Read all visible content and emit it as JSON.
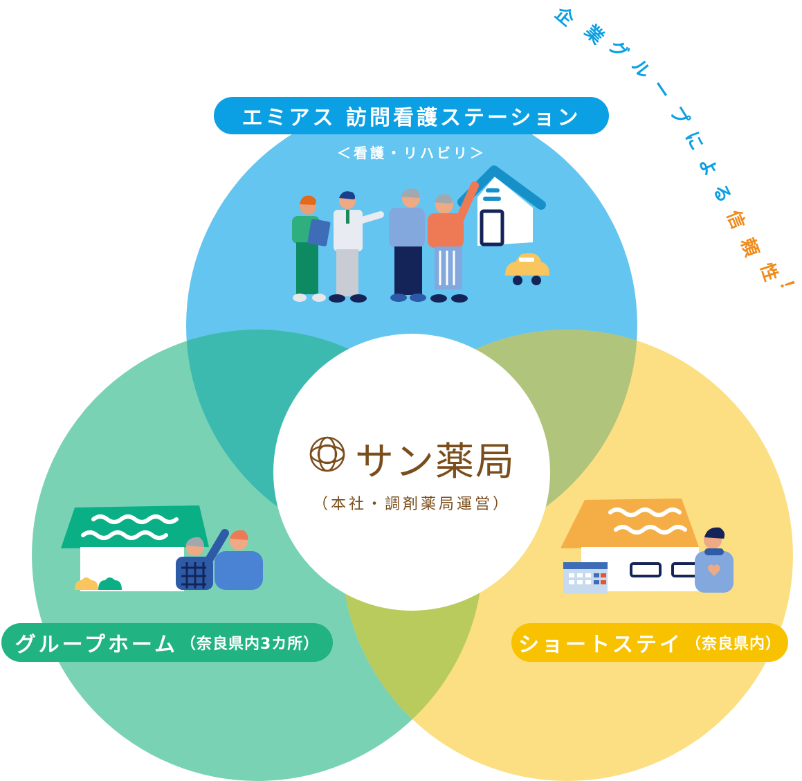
{
  "tagline": {
    "text": "企業グループによる信頼性！",
    "chars": [
      {
        "ch": "企",
        "accent": false
      },
      {
        "ch": "業",
        "accent": false
      },
      {
        "ch": "グ",
        "accent": false
      },
      {
        "ch": "ル",
        "accent": false
      },
      {
        "ch": "ー",
        "accent": false
      },
      {
        "ch": "プ",
        "accent": false
      },
      {
        "ch": "に",
        "accent": false
      },
      {
        "ch": "よ",
        "accent": false
      },
      {
        "ch": "る",
        "accent": false
      },
      {
        "ch": "信",
        "accent": true
      },
      {
        "ch": "頼",
        "accent": true
      },
      {
        "ch": "性",
        "accent": true
      },
      {
        "ch": "！",
        "accent": true
      }
    ],
    "color": "#0BA0E4",
    "accent_color": "#F08A1A"
  },
  "circles": {
    "top": {
      "label": "エミアス 訪問看護ステーション",
      "subtitle": "＜看護・リハビリ＞",
      "fill": "#63C5F0",
      "pill_color": "#0BA0E4",
      "illustration": "nurse-doctor-elderly-couple-house-car"
    },
    "left": {
      "label": "グループホーム",
      "label_sub": "（奈良県内3カ所）",
      "fill": "#7AD2B4",
      "pill_color": "#22B383",
      "illustration": "green-roof-house-elderly-caregiver"
    },
    "right": {
      "label": "ショートステイ",
      "label_sub": "（奈良県内）",
      "fill": "#FCDF82",
      "pill_color": "#F8C200",
      "illustration": "orange-roof-house-calendar-elderly"
    },
    "center": {
      "brand": "サン薬局",
      "description": "（本社・調剤薬局運営）",
      "brand_color": "#7A4E1C"
    },
    "overlaps": {
      "top_left": "#3CBAAF",
      "top_right": "#B1C47C",
      "left_right": "#B9CB5C"
    }
  }
}
